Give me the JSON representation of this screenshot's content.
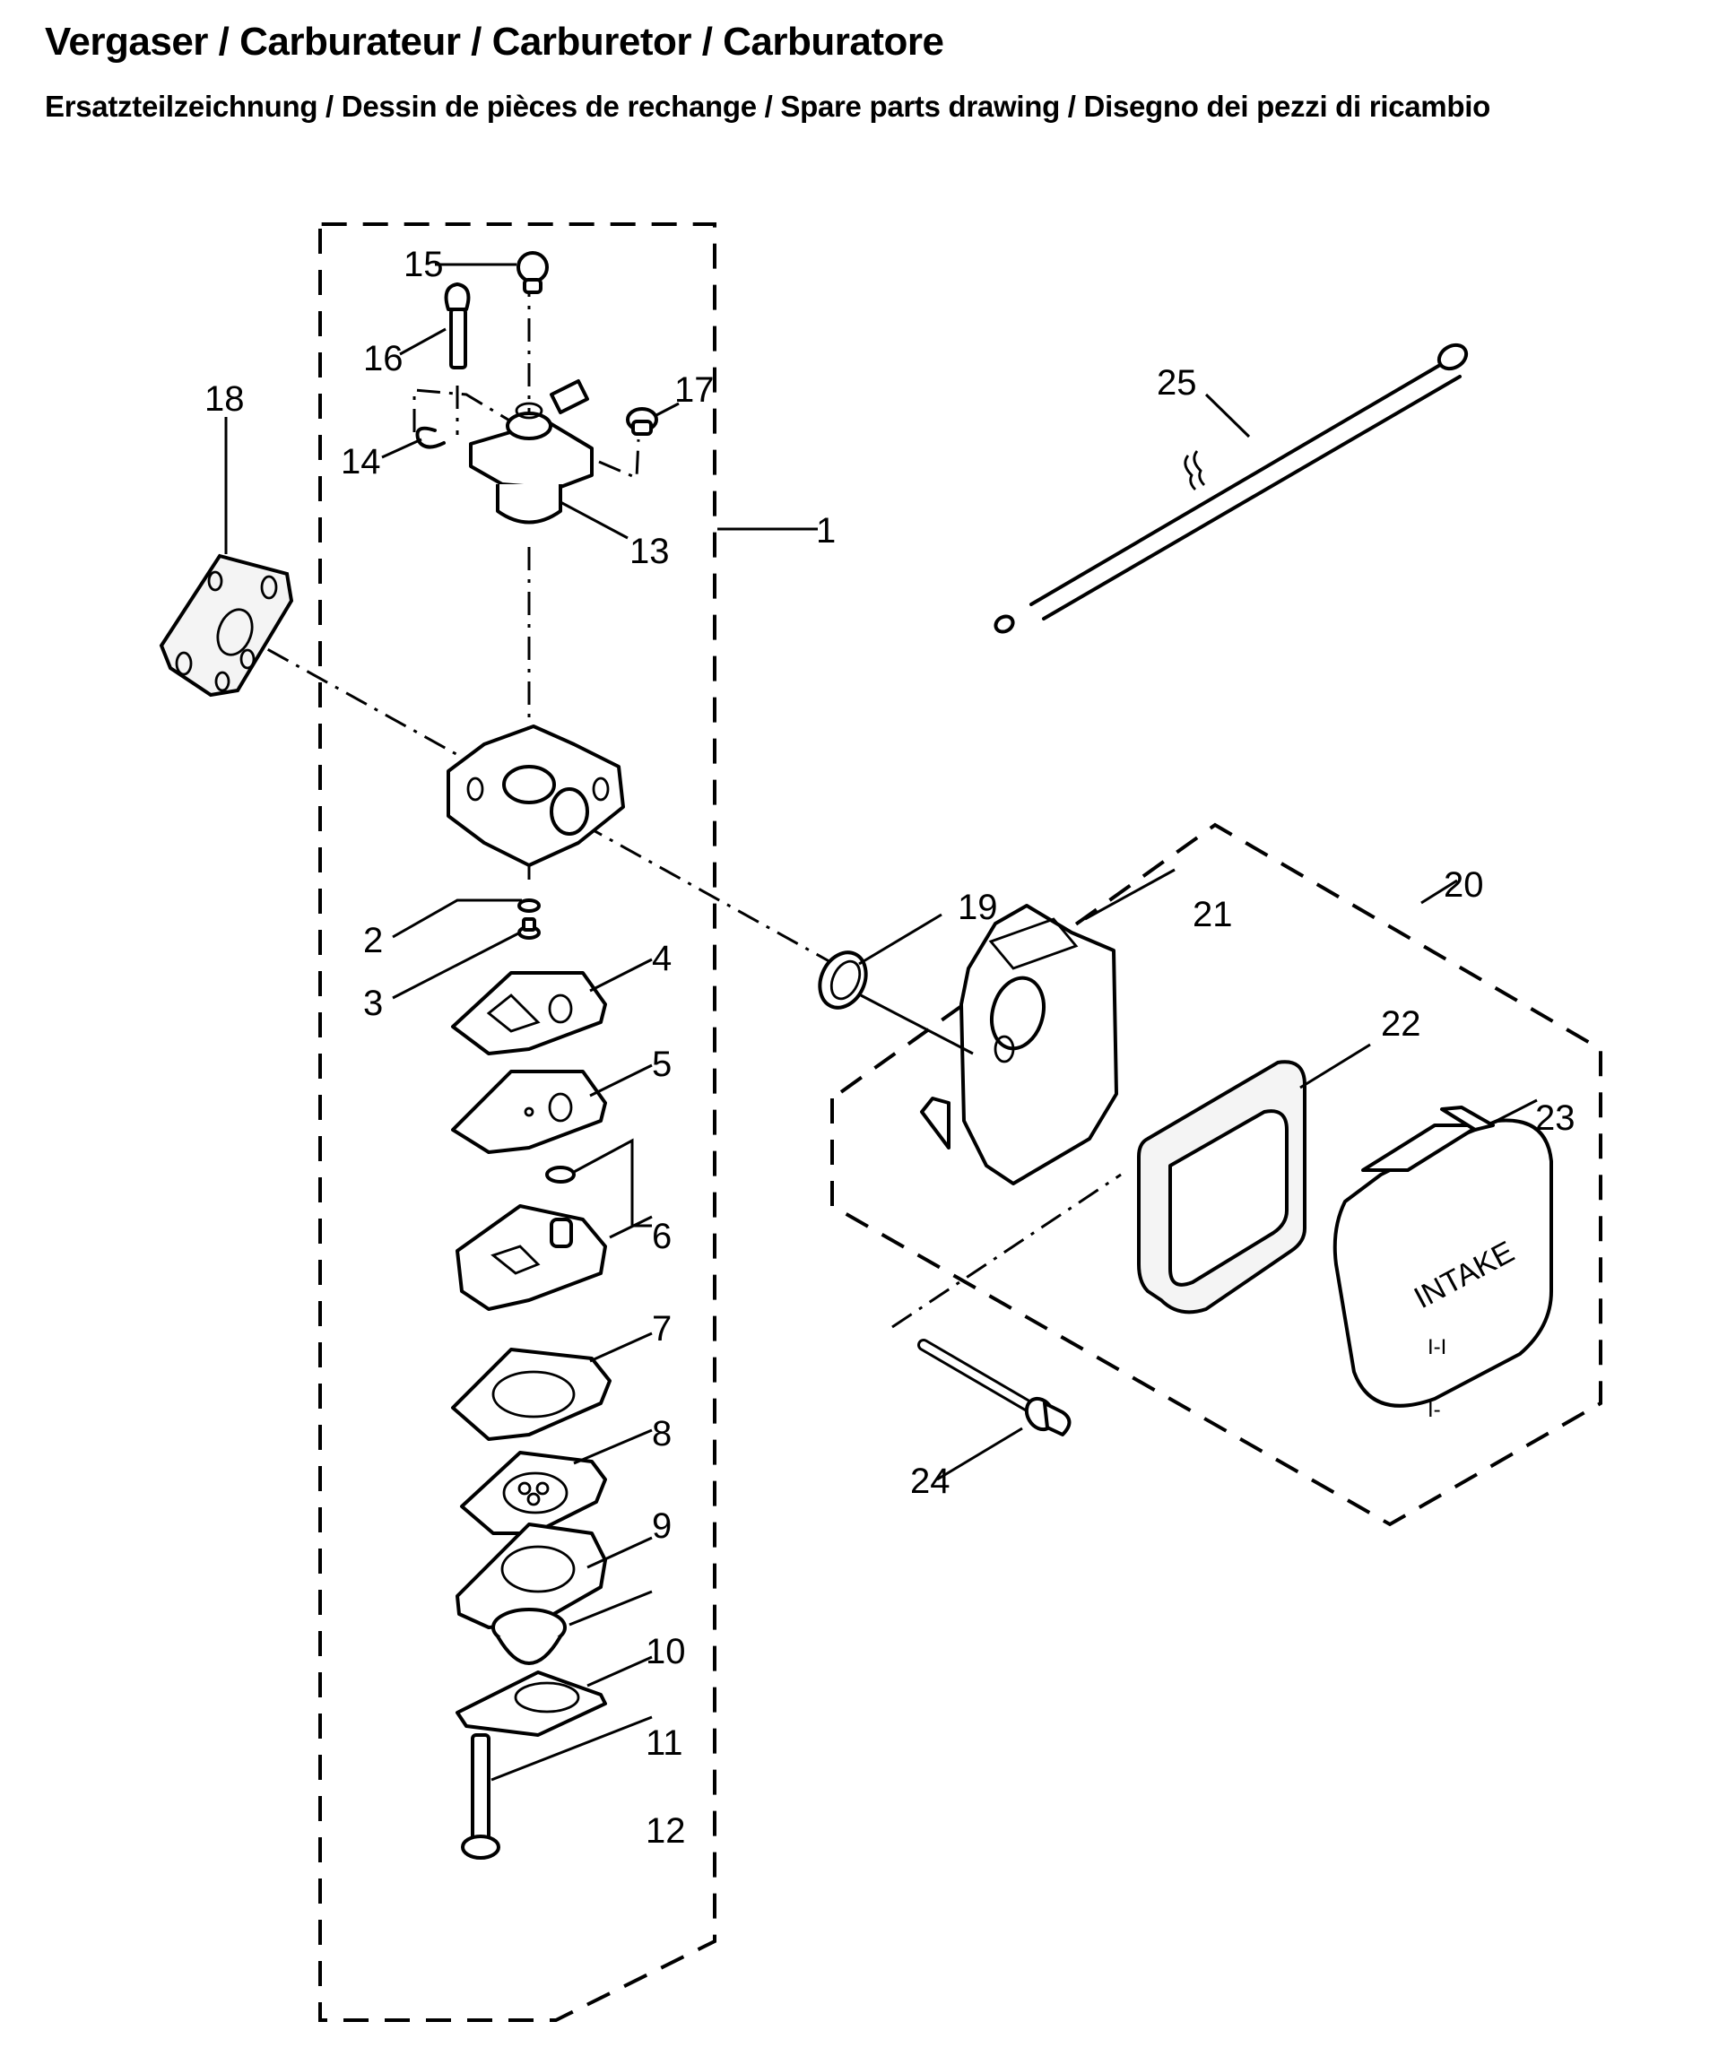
{
  "header": {
    "title": "Vergaser / Carburateur / Carburetor / Carburatore",
    "subtitle": "Ersatzteilzeichnung / Dessin de pièces de rechange / Spare parts drawing / Disegno dei pezzi di ricambio"
  },
  "callouts": {
    "p1": "1",
    "p2": "2",
    "p3": "3",
    "p4": "4",
    "p5": "5",
    "p6": "6",
    "p7": "7",
    "p8": "8",
    "p9": "9",
    "p10": "10",
    "p11": "11",
    "p12": "12",
    "p13": "13",
    "p14": "14",
    "p15": "15",
    "p16": "16",
    "p17": "17",
    "p18": "18",
    "p19": "19",
    "p20": "20",
    "p21": "21",
    "p22": "22",
    "p23": "23",
    "p24": "24",
    "p25": "25"
  },
  "cover_markings": {
    "intake": "INTAKE",
    "mark_high": "I-I",
    "mark_low": "I-"
  }
}
